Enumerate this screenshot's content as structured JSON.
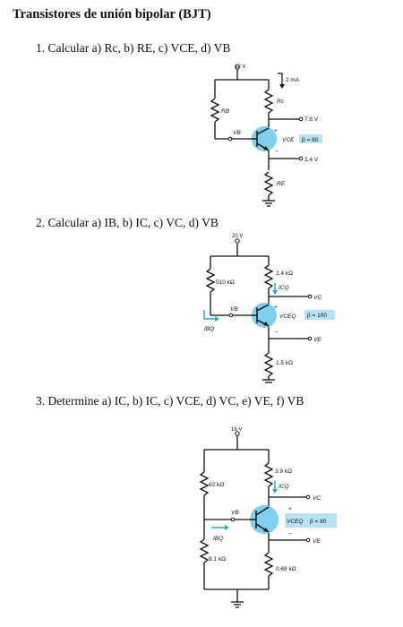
{
  "title": "Transistores de unión bipolar (BJT)",
  "problems": [
    {
      "text": "1.  Calcular a) Rc, b) RE, c) VCE, d) VB",
      "vcc": "12 V",
      "ic": "2 mA",
      "rc": "Rc",
      "rb": "RB",
      "re": "RE",
      "vb": "VB",
      "vce": "VCE",
      "beta": "β = 80",
      "vc": "7.6 V",
      "ve": "2.4 V",
      "plus": "+",
      "minus": "−"
    },
    {
      "text": "2.  Calcular a) IB, b) IC, c) VC, d) VB",
      "vcc": "20 V",
      "rb": "510 kΩ",
      "rc": "2.4 kΩ",
      "re": "1.5 kΩ",
      "icq": "ICQ",
      "ibq": "IBQ",
      "vb": "VB",
      "vc": "VC",
      "ve": "VE",
      "vceq": "VCEQ",
      "beta": "β = 100",
      "plus": "+",
      "minus": "−"
    },
    {
      "text": "3.  Determine a) IC, b) IC, c) VCE, d) VC, e) VE, f) VB",
      "vcc": "16 V",
      "r1": "62 kΩ",
      "r2": "9.1 kΩ",
      "rc": "3.9 kΩ",
      "re": "0.68 kΩ",
      "icq": "ICQ",
      "ibq": "IBQ",
      "vb": "VB",
      "vc": "VC",
      "ve": "VE",
      "vceq": "VCEQ",
      "beta": "β = 80",
      "plus": "+",
      "minus": "−"
    }
  ],
  "colors": {
    "transistor_fill": "#7fd0ee",
    "beta_box": "#b8e3f3",
    "arrow": "#2aa6d6"
  }
}
